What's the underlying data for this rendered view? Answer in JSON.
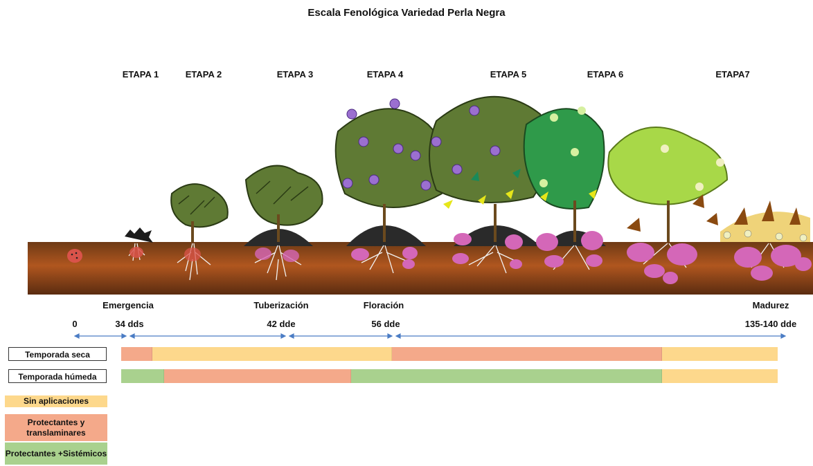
{
  "title": "Escala Fenológica Variedad Perla Negra",
  "stages": [
    "ETAPA 1",
    "ETAPA 2",
    "ETAPA 3",
    "ETAPA 4",
    "ETAPA 5",
    "ETAPA 6",
    "ETAPA7"
  ],
  "milestones": [
    "Emergencia",
    "Tuberización",
    "Floración",
    "Madurez"
  ],
  "ticks": [
    "0",
    "34 dds",
    "42 dde",
    "56 dde",
    "135-140 dde"
  ],
  "rows": [
    {
      "label": "Temporada seca",
      "segments": [
        {
          "category": "protectantes_translaminares",
          "fraction": 0.047
        },
        {
          "category": "sin_aplicaciones",
          "fraction": 0.365
        },
        {
          "category": "protectantes_translaminares",
          "fraction": 0.412
        },
        {
          "category": "sin_aplicaciones",
          "fraction": 0.176
        }
      ]
    },
    {
      "label": "Temporada húmeda",
      "segments": [
        {
          "category": "protectantes_sistemicos",
          "fraction": 0.065
        },
        {
          "category": "protectantes_translaminares",
          "fraction": 0.285
        },
        {
          "category": "protectantes_sistemicos",
          "fraction": 0.474
        },
        {
          "category": "sin_aplicaciones",
          "fraction": 0.176
        }
      ]
    }
  ],
  "legend": [
    {
      "key": "sin_aplicaciones",
      "label": "Sin aplicaciones",
      "color": "#FDD88C"
    },
    {
      "key": "protectantes_translaminares",
      "label": "Protectantes y translaminares",
      "color": "#F4A98A"
    },
    {
      "key": "protectantes_sistemicos",
      "label": "Protectantes +Sistémicos",
      "color": "#A9D18E"
    }
  ],
  "colors": {
    "soil_top": "#6e3a15",
    "soil_mid": "#b0561f",
    "leaf": "#5f7a34",
    "tuber": "#d467b8",
    "arrow": "#4a7cc4",
    "flower": "#9b6fd0"
  }
}
